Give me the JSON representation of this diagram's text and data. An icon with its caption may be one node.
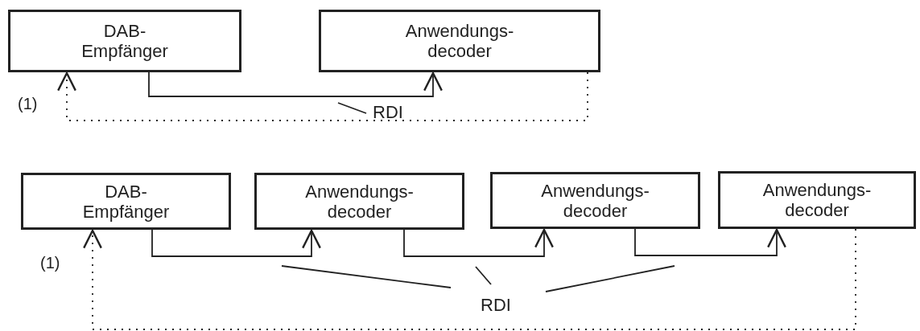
{
  "diagram": {
    "nodes": [
      {
        "text": [
          "DAB- Empfänger"
        ]
      },
      {
        "text": [
          "Anwendungs- decoder"
        ]
      },
      {
        "text": [
          "RDI"
        ]
      },
      {
        "text": [
          "DAB- Empfänger"
        ]
      },
      {
        "text": [
          "Anwendungs- decoder"
        ]
      },
      {
        "text": [
          "Anwendungs- decoder"
        ]
      },
      {
        "text": [
          "Anwendungs- decoder"
        ]
      },
      {
        "text": [
          "RDI"
        ]
      }
    ],
    "edges": [
      {
        "from": 0,
        "to": 1,
        "arrow": "to"
      },
      {
        "from": 1,
        "to": 0,
        "arrow": "to",
        "style": "dashed",
        "label": "(1)"
      },
      {
        "from": 2,
        "to": null,
        "arrow": "none"
      },
      {
        "from": 3,
        "to": 4,
        "arrow": "to"
      },
      {
        "from": 4,
        "to": 5,
        "arrow": "to"
      },
      {
        "from": 5,
        "to": 6,
        "arrow": "to"
      },
      {
        "from": 6,
        "to": 3,
        "arrow": "to",
        "style": "dashed",
        "label": "(1)"
      },
      {
        "from": 7,
        "to": null,
        "arrow": "none"
      },
      {
        "from": 7,
        "to": null,
        "arrow": "none"
      },
      {
        "from": 7,
        "to": null,
        "arrow": "none"
      }
    ]
  }
}
